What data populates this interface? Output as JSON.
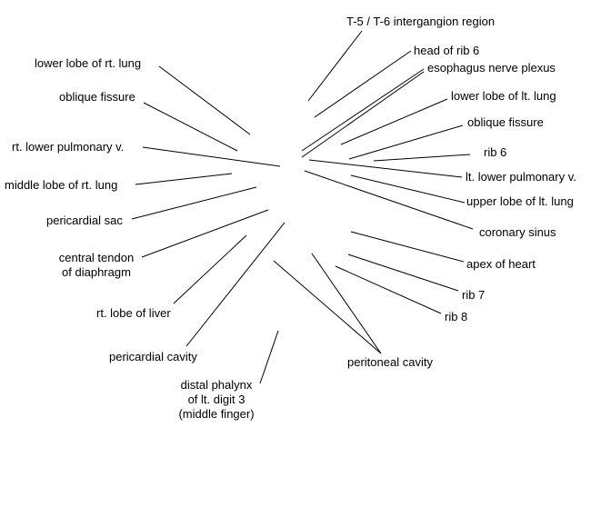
{
  "colors": {
    "background": "#ffffff",
    "text": "#000000",
    "leader_line": "#000000"
  },
  "labels": {
    "t5_t6": "T-5 / T-6 intergangion region",
    "head_rib6": "head of rib 6",
    "esophagus_plexus": "esophagus nerve plexus",
    "lower_lobe_lt": "lower lobe of lt. lung",
    "oblique_fissure_lt": "oblique fissure",
    "rib6": "rib 6",
    "lt_lower_pulm": "lt. lower pulmonary v.",
    "upper_lobe_lt": "upper lobe of lt. lung",
    "coronary_sinus": "coronary sinus",
    "apex_heart": "apex of heart",
    "rib7": "rib 7",
    "rib8": "rib 8",
    "peritoneal_cavity": "peritoneal cavity",
    "distal_phalynx_1": "distal phalynx",
    "distal_phalynx_2": "of lt. digit 3",
    "distal_phalynx_3": "(middle finger)",
    "pericardial_cavity": "pericardial cavity",
    "rt_lobe_liver": "rt. lobe of liver",
    "central_tendon_1": "central tendon",
    "central_tendon_2": "of diaphragm",
    "pericardial_sac": "pericardial sac",
    "middle_lobe_rt": "middle lobe of rt. lung",
    "rt_lower_pulm": "rt. lower pulmonary v.",
    "oblique_fissure_rt": "oblique fissure",
    "lower_lobe_rt": "lower lobe of rt. lung"
  }
}
